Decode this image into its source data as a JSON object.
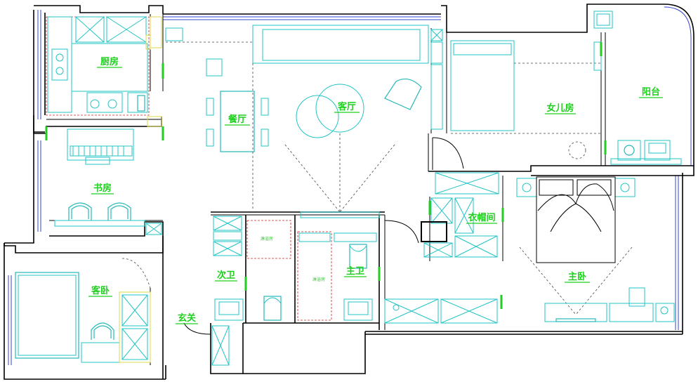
{
  "rooms": {
    "kitchen": "厨房",
    "dining": "餐厅",
    "living": "客厅",
    "daughter_room": "女儿房",
    "balcony": "阳台",
    "study": "书房",
    "guest_room": "客卧",
    "second_bath": "次卫",
    "entrance": "玄关",
    "master_bath": "主卫",
    "closet": "衣帽间",
    "master_bedroom": "主卧"
  },
  "fixtures": {
    "shower_a": "淋浴房",
    "shower_b": "淋浴房"
  },
  "colors": {
    "walls": "#000000",
    "furniture": "#22c4c4",
    "labels": "#1fd01f",
    "windows": "#3344cc",
    "cabinets": "#d8d84a",
    "dimension_hatch": "#cc2222"
  }
}
